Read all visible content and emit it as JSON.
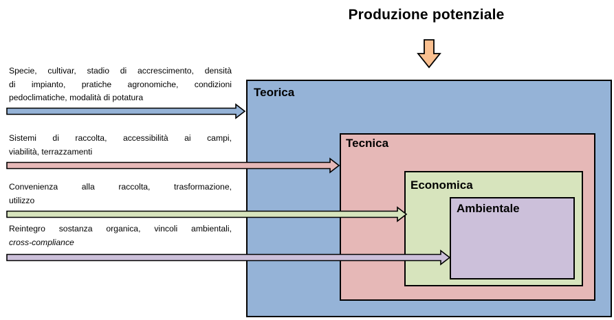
{
  "title": "Produzione potenziale",
  "boxes": {
    "teorica": "Teorica",
    "tecnica": "Tecnica",
    "economica": "Economica",
    "ambientale": "Ambientale"
  },
  "descriptions": {
    "d1": {
      "line1": "Specie, cultivar, stadio di accrescimento, densità",
      "line2": "di impianto, pratiche agronomiche, condizioni",
      "line3": "pedoclimatiche, modalità di potatura"
    },
    "d2": {
      "line1": "Sistemi di raccolta, accessibilità ai campi,",
      "line2": "viabilità, terrazzamenti"
    },
    "d3": {
      "line1": "Convenienza alla raccolta, trasformazione,",
      "line2": "utilizzo"
    },
    "d4": {
      "line1": "Reintegro sostanza organica, vincoli ambientali,",
      "line2": "cross-compliance"
    }
  },
  "colors": {
    "teorica": "#95b3d7",
    "tecnica": "#e6b8b7",
    "economica": "#d7e4bd",
    "ambientale": "#ccc0da",
    "down_arrow": "#fac090"
  }
}
